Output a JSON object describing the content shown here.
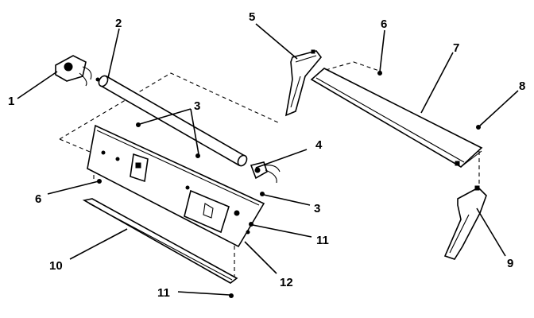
{
  "callouts": {
    "c1": "1",
    "c2": "2",
    "c3a": "3",
    "c3b": "3",
    "c4": "4",
    "c5": "5",
    "c6a": "6",
    "c6b": "6",
    "c7": "7",
    "c8": "8",
    "c9": "9",
    "c10": "10",
    "c11a": "11",
    "c11b": "11",
    "c12": "12"
  }
}
